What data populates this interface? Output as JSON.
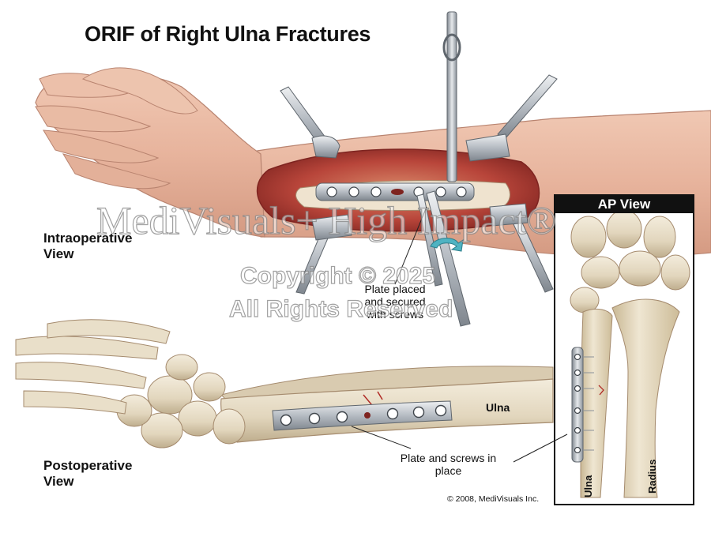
{
  "title": "ORIF of Right Ulna Fractures",
  "intraoperative_label": "Intraoperative View",
  "postoperative_label": "Postoperative View",
  "callout_plate_placed": "Plate placed and secured with screws",
  "callout_plate_screws": "Plate and screws in place",
  "bone_label_ulna": "Ulna",
  "ap_view_title": "AP View",
  "ap_ulna_label": "Ulna",
  "ap_radius_label": "Radius",
  "copyright": "© 2008, MediVisuals Inc.",
  "watermark": {
    "line1": "MediVisuals+ High Impact®",
    "line2": "Copyright © 2025",
    "line3": "All Rights Reserved"
  },
  "colors": {
    "skin": "#e8b9a3",
    "tissue": "#b8453a",
    "bone": "#e6dcc6",
    "metal": "#b9bec4",
    "arrow": "#4fb3c2"
  }
}
